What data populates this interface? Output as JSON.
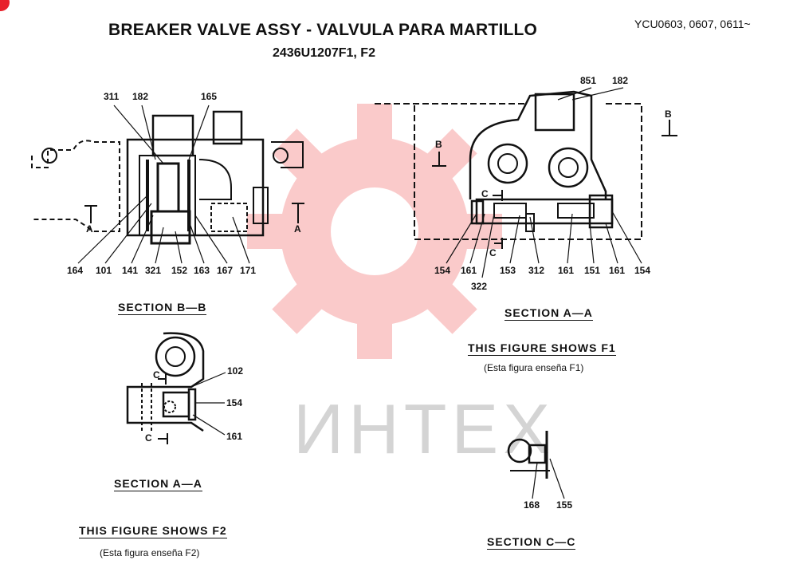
{
  "header": {
    "title": "BREAKER VALVE ASSY - VALVULA PARA MARTILLO",
    "subtitle": "2436U1207F1, F2",
    "serial": "YCU0603, 0607, 0611~"
  },
  "watermark": {
    "text": "ИНТЕХ",
    "color": "#f26b6b"
  },
  "sections": {
    "bb": {
      "title": "SECTION  B—B"
    },
    "aa_f1": {
      "title": "SECTION  A—A",
      "shows": "THIS FIGURE SHOWS   F1",
      "note": "(Esta figura enseña F1)"
    },
    "aa_f2": {
      "title": "SECTION  A—A",
      "shows": "THIS FIGURE SHOWS   F2",
      "note": "(Esta figura enseña F2)"
    },
    "cc": {
      "title": "SECTION  C—C"
    }
  },
  "markers": {
    "a": "A",
    "b": "B",
    "c": "C"
  },
  "callouts": {
    "bb_top": [
      "311",
      "182",
      "165"
    ],
    "bb_bottom": [
      "164",
      "101",
      "141",
      "321",
      "152",
      "163",
      "167",
      "171"
    ],
    "aa_f1_top": [
      "851",
      "182"
    ],
    "aa_f1_bottom": [
      "154",
      "161",
      "153",
      "312",
      "161",
      "151",
      "161",
      "154"
    ],
    "aa_f1_extra": "322",
    "aa_f2": [
      "102",
      "154",
      "161"
    ],
    "cc": [
      "168",
      "155"
    ]
  }
}
